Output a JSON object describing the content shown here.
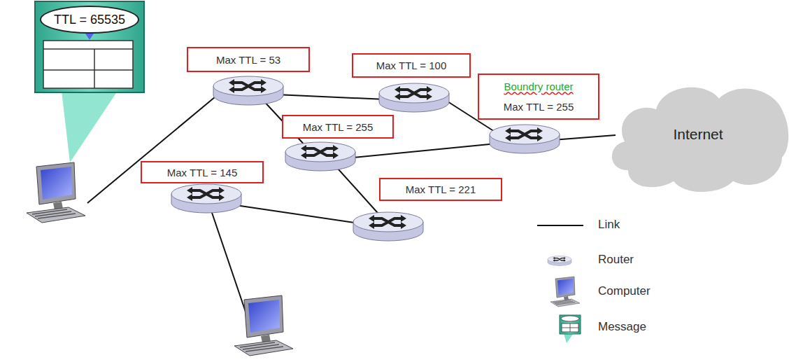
{
  "diagram": {
    "nodes": [
      {
        "text": [
          "TTL = 65535"
        ]
      },
      {
        "text": [
          "Max TTL = 53"
        ]
      },
      {
        "text": [
          "Max TTL = 100"
        ]
      },
      {
        "text": [
          "Boundry router",
          "Max TTL = 255"
        ]
      },
      {
        "text": [
          "Max TTL = 255"
        ]
      },
      {
        "text": [
          "Max TTL = 145"
        ]
      },
      {
        "text": [
          "Max TTL = 221"
        ]
      },
      {
        "text": [
          "Internet"
        ]
      }
    ],
    "legend": [
      {
        "text": "Link"
      },
      {
        "text": "Router"
      },
      {
        "text": "Computer"
      },
      {
        "text": "Message"
      }
    ]
  }
}
